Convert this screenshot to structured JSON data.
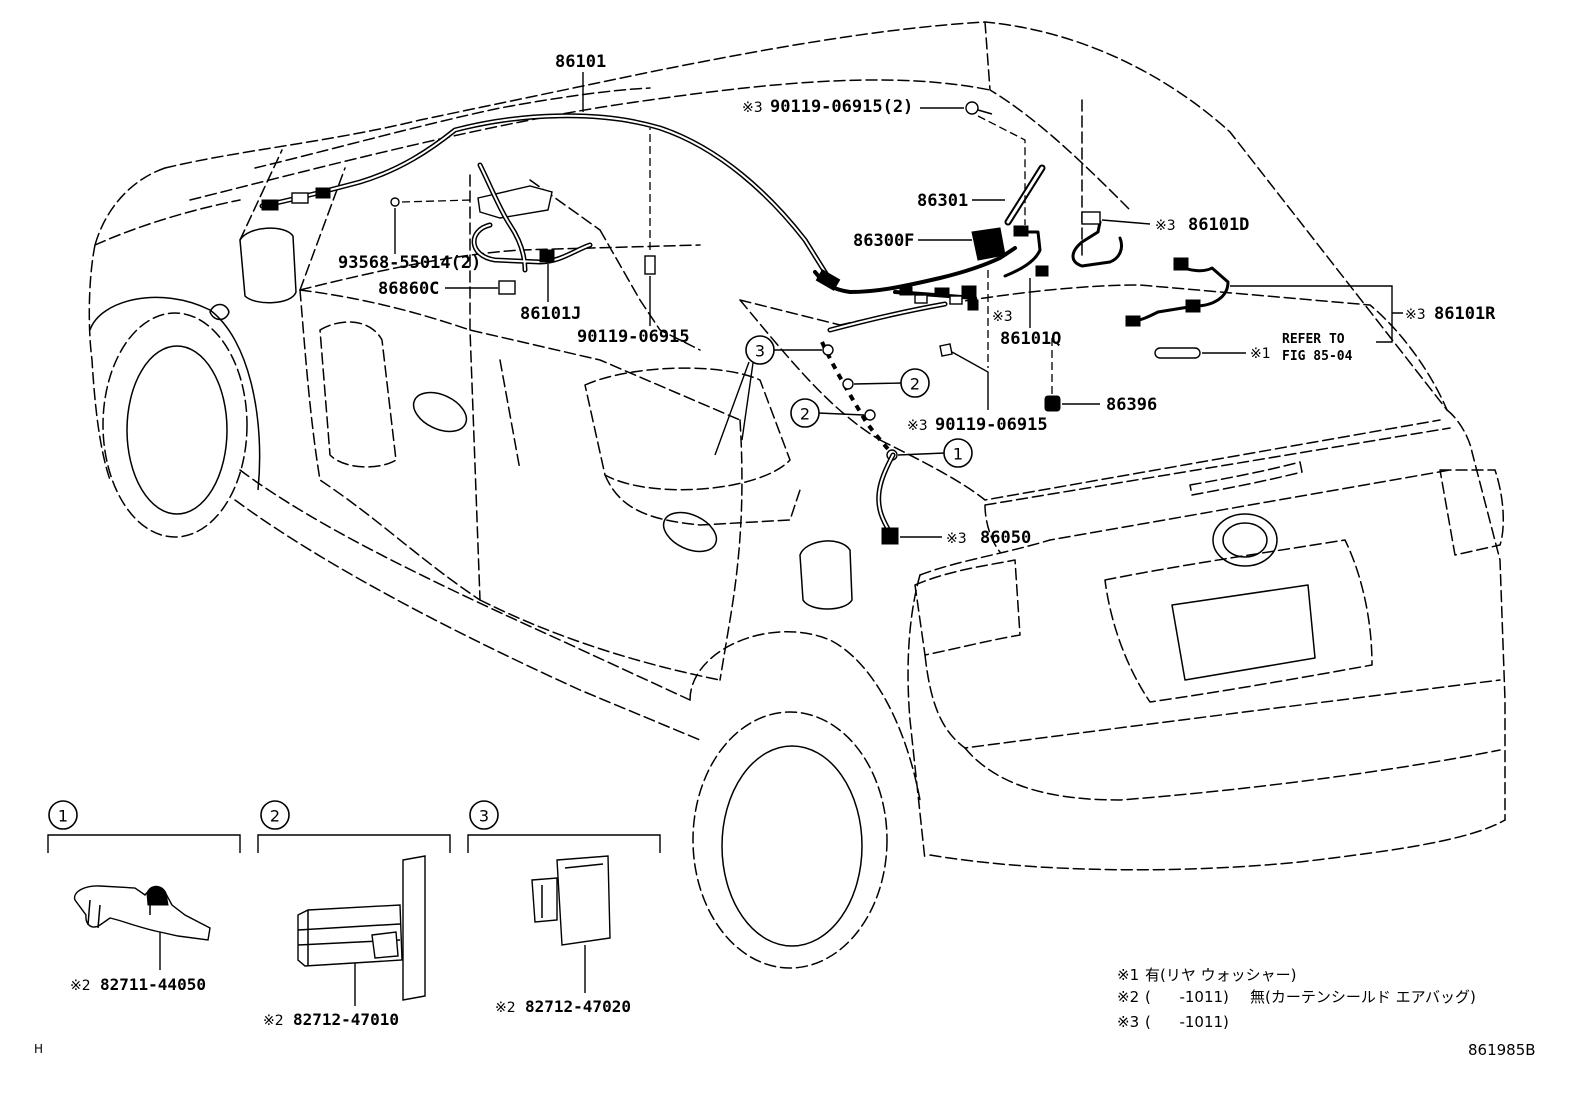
{
  "callouts": {
    "c86101": {
      "part": "86101"
    },
    "c90119_top": {
      "note": "※3",
      "part": "90119-06915(2)"
    },
    "c86301": {
      "part": "86301"
    },
    "c86300f": {
      "part": "86300F"
    },
    "c86101d": {
      "note": "※3",
      "part": "86101D"
    },
    "c93568": {
      "part": "93568-55014(2)"
    },
    "c86860c": {
      "part": "86860C"
    },
    "c86101j": {
      "part": "86101J"
    },
    "c90119_mid": {
      "part": "90119-06915"
    },
    "c86101q": {
      "note": "※3",
      "part": "86101Q"
    },
    "c86101r": {
      "note": "※3",
      "part": "86101R"
    },
    "refer": {
      "note": "※1",
      "line1": "REFER TO",
      "line2": "FIG 85-04"
    },
    "c86396": {
      "part": "86396"
    },
    "c90119_low": {
      "note": "※3",
      "part": "90119-06915"
    },
    "c86050": {
      "note": "※3",
      "part": "86050"
    }
  },
  "markers": {
    "m3": "3",
    "m2a": "2",
    "m2b": "2",
    "m1": "1"
  },
  "insets": [
    {
      "num": "1",
      "note": "※2",
      "part": "82711-44050"
    },
    {
      "num": "2",
      "note": "※2",
      "part": "82712-47010"
    },
    {
      "num": "3",
      "note": "※2",
      "part": "82712-47020"
    }
  ],
  "legend": [
    {
      "mark": "※1",
      "text": "有(リヤ ウォッシャー)"
    },
    {
      "mark": "※2",
      "range": "(      -1011)",
      "text": "無(カーテンシールド エアバッグ)"
    },
    {
      "mark": "※3",
      "range": "(      -1011)"
    }
  ],
  "corner_mark": "H",
  "figure_code": "861985B",
  "colors": {
    "ink": "#000000",
    "paper": "#ffffff"
  }
}
